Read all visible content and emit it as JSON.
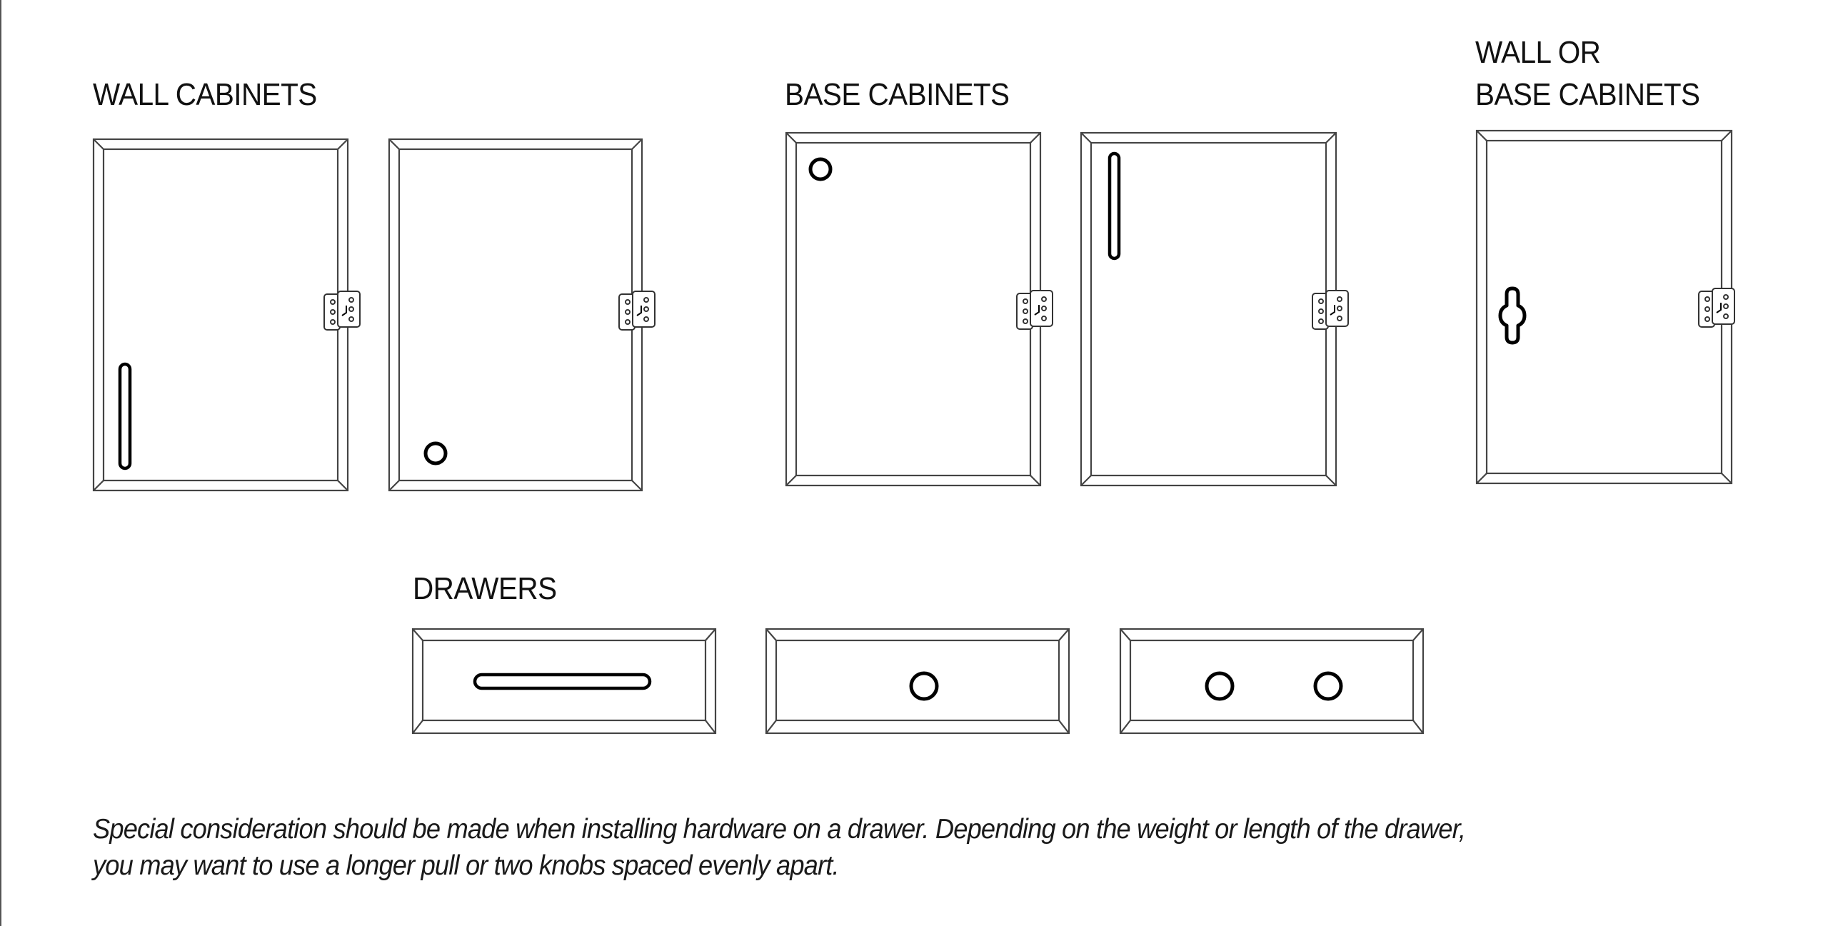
{
  "colors": {
    "background": "#ffffff",
    "line": "#444444",
    "hardware": "#000000",
    "text": "#111111",
    "edge": "#555555"
  },
  "sections": {
    "wall": {
      "label": "WALL CABINETS"
    },
    "base": {
      "label": "BASE CABINETS"
    },
    "wall_or_base": {
      "label_line1": "WALL OR",
      "label_line2": "BASE CABINETS"
    },
    "drawers": {
      "label": "DRAWERS"
    }
  },
  "doors": [
    {
      "section": "wall",
      "hardware": "vertical-pull-bottom-left",
      "hinge_side": "right"
    },
    {
      "section": "wall",
      "hardware": "knob-bottom-left",
      "hinge_side": "right"
    },
    {
      "section": "base",
      "hardware": "knob-top-left",
      "hinge_side": "right"
    },
    {
      "section": "base",
      "hardware": "vertical-pull-top-left",
      "hinge_side": "right"
    },
    {
      "section": "wall_or_base",
      "hardware": "keyhole-knob-middle-left",
      "hinge_side": "right"
    }
  ],
  "drawers": [
    {
      "hardware": "horizontal-pull-centered"
    },
    {
      "hardware": "single-knob-centered"
    },
    {
      "hardware": "two-knobs-evenly-spaced"
    }
  ],
  "note": {
    "line1": "Special consideration should be made when installing hardware on a drawer. Depending on the weight or length of the drawer,",
    "line2": "you may want to use a longer pull or two knobs spaced evenly apart."
  }
}
